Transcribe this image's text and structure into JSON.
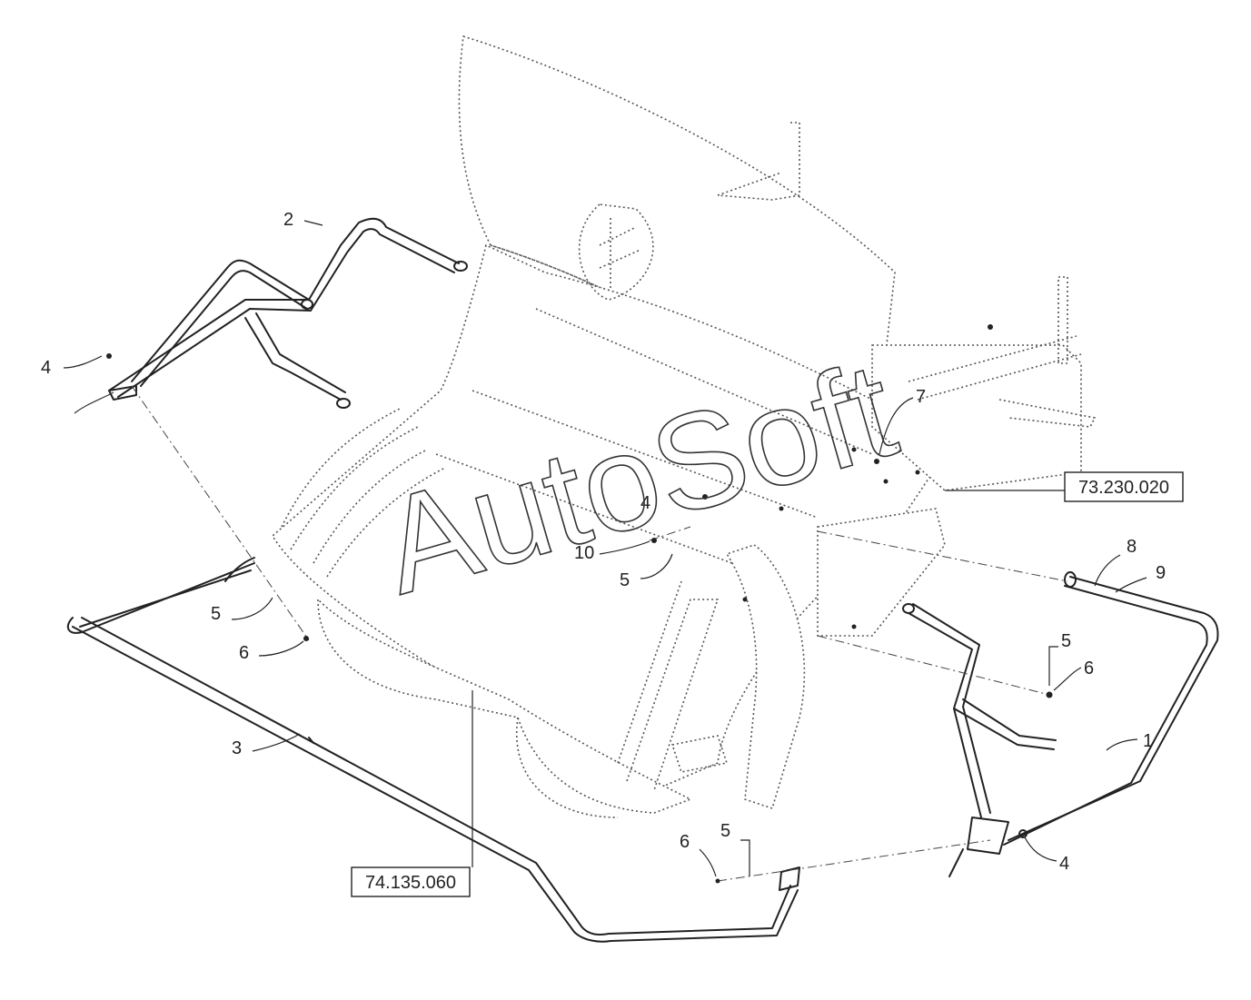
{
  "watermark": "AutoSoft",
  "reference_boxes": {
    "upper": "73.230.020",
    "lower": "74.135.060"
  },
  "callouts": [
    {
      "id": "c-2",
      "text": "2"
    },
    {
      "id": "c-4a",
      "text": "4"
    },
    {
      "id": "c-5a",
      "text": "5"
    },
    {
      "id": "c-6a",
      "text": "6"
    },
    {
      "id": "c-3",
      "text": "3"
    },
    {
      "id": "c-7",
      "text": "7"
    },
    {
      "id": "c-4b",
      "text": "4"
    },
    {
      "id": "c-10",
      "text": "10"
    },
    {
      "id": "c-5b",
      "text": "5"
    },
    {
      "id": "c-8",
      "text": "8"
    },
    {
      "id": "c-9",
      "text": "9"
    },
    {
      "id": "c-5c",
      "text": "5"
    },
    {
      "id": "c-6b",
      "text": "6"
    },
    {
      "id": "c-1",
      "text": "1"
    },
    {
      "id": "c-6c",
      "text": "6"
    },
    {
      "id": "c-5d",
      "text": "5"
    },
    {
      "id": "c-4c",
      "text": "4"
    }
  ]
}
